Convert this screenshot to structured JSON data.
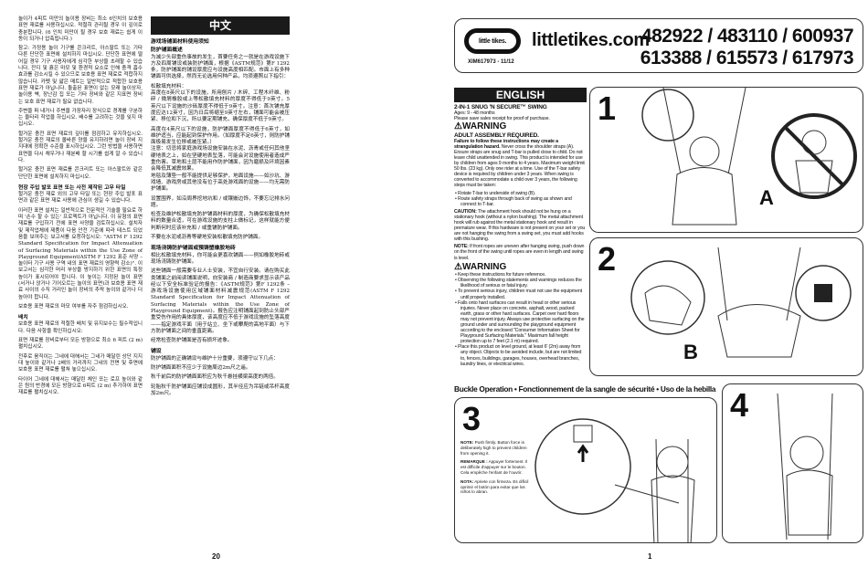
{
  "korean": {
    "paragraphs": [
      "놀이가 4피트 미만의 놀이용 장비는 최소 6인치의 보호용 표면 재료를 사용하십시오. 적절히 관리될 경우 이 깊이로 충분합니다. (6 인치 미만이 될 경우 보호 재료는 쉽게 이동이 되거나 압축됩니다.)",
      "참고: 가정용 놀이 기구를 콘크리트, 아스팔트 또는 기타 다른 단단한 표면에 설치하지 마십시오. 단단한 표면에 떨어질 경우 기구 사용자에게 심각한 부상을 초래할 수 있습니다. 잔디 및 흙은 마모 및 환경적 요소로 인해 충격 흡수 효과를 감소시킬 수 있으므로 보호용 표면 재료로 적합하지 않습니다. 카펫 및 얇은 매트는 일반적으로 적합한 보호용 표면 재료가 아닙니다. 돌출된 표면이 없는 모래 놀이상자, 놀이용 벽, 장난감 집 또는 기타 장비와 같은 지표면 장비는 보호 표면 재료가 필요 없습니다.",
      "주변을 파 내거나 주변을 가장자리 장식으로 경계를 구분하는 울타리 작업을 하십시오. 배수를 고려하는 것을 잊지 마십시오.",
      "헐거운 충전 표면 재료의 깊이를 점검하고 유지하십시오. 헐거운 충전 재료의 올바른 양을 유지하려면 놀이 장비 지지대에 정확한 수준을 표시하십시오. 그런 방법을 사용하면 표면을 다시 채우거나 재분배 할 시기를 쉽게 알 수 있습니다.",
      "헐거운 충전 표면 재료를 콘크리트 또는 아스팔트와 같은 단단한 표면에 설치하지 마십시오."
    ],
    "heading1": "현장 주입 발포 표면 또는 사전 제작된 고무 타일",
    "paragraphs2": [
      "헐거운 충전 재료 외의 고무 타일 또는 현장 주입 발포 표면과 같은 표면 재료 사용에 관심이 생길 수 있습니다.",
      "이러한 표면 설치는 일반적으로 전문적인 기술을 필요로 하며 '손수 할 수 있는' 프로젝트가 아닙니다. 이 유형의 표면 재료를 구입하기 전에 표면 사양을 검토하십시오. 설치자 및 제작업체에 제품이 다음 안전 기준에 따라 테스트 되었음을 보여주는 보고서를 요청하십시오: \"ASTM F 1292 Standard Specification for Impact Attenuation of Surfacing Materials within the Use Zone of Playground Equipment(ASTM F 1292 표준 사양 – 놀이터 기구 사용 구역 내의 표면 재료의 영향력 감소)\". 이 보고서는 심각한 머리 부상을 방지하기 위한 표면의 특정 높이가 표시되어야 합니다. 이 높이는 지정된 놀이 표면 (서거나 앉거나 기어오르는 놀이의 표면)과 보호용 표면 재료 사이의 수직 거리인 놀이 장비의 추락 높이와 같거나 더 높아야 합니다.",
      "보호용 표면 재료의 마모 여부를 자주 점검하십시오."
    ],
    "heading2": "배치",
    "paragraphs3": [
      "보호용 표면 재료의 적절한 배치 및 유지보수는 필수적입니다. 다음 사항을 확인하십시오:",
      "표면 재료를 장비로부터 모든 방향으로 최소 6 피트 (2 m)펼치십시오.",
      "전후로 움직이는 그네에 대해서는 그네가 매달린 상단 지지대 높이와 같거나 2배의 거리까지 그네의 전면 및 후면에 보호용 표면 재료를 펼쳐 놓으십시오.",
      "타이어 그네에 대해서는 매달린 체인 또는 로프 높이와 같은 원의 반경에 모든 방향으로 6피트 (2 m) 추가하여 표면 재료를 펼치십시오."
    ],
    "page_number": "20"
  },
  "chinese": {
    "header": "中文",
    "title": "游戏场铺面材料使用须知",
    "heading1": "防护铺面概述",
    "paragraphs": [
      "为减少头部重伤事故的发生，首要任务之一就是在游戏设施下方及四周铺设或装防护铺面，根据《ASTM规范》第F 1292条，防护铺面的铺设厚度应与设施高度相匹配。市面上有多种铺面可供选择，然而无论选用何种产品，均须遵照以下指引：",
      "松散填充材料：\n高度在8英尺以下的设施，所用刨片 / 木碎、工程木纤维、粉碎 / 微屑橡胶或上等松散填充材料的厚度不得低于9英寸。5英尺以下设施的沙砾厚度不得低于9英寸。注意：首次铺充厚度应达12英寸，因为日后将缩至9英寸左右，铺面可能会被压紧、移位和下沉，所以要定期铺充，确保厚度不低于9英寸。",
      "高度在4英尺以下的设施，防护铺面厚度不得低于6英寸，如维护适当，应能起到保护作用。（如厚度不足6英寸，则防护铺面极易发生位移或被压紧。）\n注意：切忌将家庭游戏场设施安装在水泥、沥青或任何其他坚硬地表之上，如在坚硬地表坠落，可能会对设施使用者造成严重伤害。草地和土层不能用作防护铺面，因为磨损及环境因素会降低其减震效果。\n地毯及薄垫一般不能提供足够保护，地面设施——如沙坑、游戏墙、游戏房或其他没有位于高处游戏面的设施——均无需防护铺面。",
      "设置围界，如沿周界挖地坑和 / 或镶嵌边饰，不要忘记排水问题。",
      "检查及维护松散填充防护铺面材料的厚度，为确保松散填充材料的数量合适，可在游戏设施的支柱上做标记，这样就能方便判断何时应该补充和 / 或重铺防护铺面。",
      "不要在水泥或沥青等硬地安装松散填充防护铺面。"
    ],
    "heading2": "现场浇铸防护铺面或預铸塑橡胶地砖",
    "paragraphs2": [
      "相比松散填充材料，你可能会更喜欢铺面——例如橡胶地砖或现场浇铸防护铺面。",
      "这些铺面一般需要专业人士安装，不宜自行安装。请在购买此类铺面之前阅读铺面说明，向安装商 / 制造商要求显示该产品经以下安全标准验证的报告：《ASTM规范》第F 1292条 – 游戏场设施使用区域铺面材料减震规范(ASTM F 1292 Standard Specification for Impact Attenuation of Surfacing Materials within the Use Zone of Playground Equipment)。报告应注明铺面起到防止头部严重受伤作用的具体厚度，该高度应不低于游戏设施的坠落高度——指定游戏平面（用于站立、坐下或攀爬的高地平面）与下方防护铺面之间的垂直距离。",
      "经常检查防护铺面是否有损坏迹象。"
    ],
    "heading3": "铺设",
    "paragraphs3": [
      "防护铺面的正确铺设与维护十分重要，须遵守以下几点：",
      "防护铺面面积不应少于设施周边2m尺之遥。",
      "秋千前后的防护铺面面积应为秋千悬挂横梁高度的两倍。",
      "轮胎秋千防护铺面应铺设成圆形，其半径应为吊链或吊杆高度加2m尺。"
    ],
    "page_number": "20"
  },
  "header": {
    "logo_text": "little tikes.",
    "website": "littletikes.com",
    "doc_code": "XIM617973 - 11/12",
    "models_line1": "482922 / 483110 / 600937",
    "models_line2": "613388 / 615573 / 617973"
  },
  "english": {
    "header": "ENGLISH",
    "product": "2-IN-1 SNUG 'N SECURE™ SWING",
    "ages": "Ages: 9 - 48 months",
    "receipt": "Please save sales receipt for proof of purchase.",
    "warning1": "⚠WARNING",
    "assembly": "ADULT ASSEMBLY REQUIRED.",
    "strangulation_bold": "Failure to follow these instructions may create a strangulation hazard.",
    "strangulation_text": " Never cross the shoulder straps (A). Ensure straps are snug and T-bar is pulled close to child. Do not leave child unattended in swing. This product is intended for use by children from ages 9 months to 4 years. Maximum weight limit 50 lbs. (23 kg). Only one rider at a time. Use of the T-bar safety device is required by children under 3 years. When swing is converted to accommodate a child over 3 years, the following steps must be taken:",
    "steps": [
      "Rotate T-bar to underside of swing (B).",
      "Route safety straps through back of swing as shown and connect to T-bar."
    ],
    "caution_label": "CAUTION:",
    "caution_text": " The attachment hook should not be hung on a stationary hook (without a nylon bushing). The metal attachment hook will rub against the metal stationary hook and result in premature wear. If this hardware is not present on your set or you are not hanging the swing from a swing set, you must add hooks with this bushing.",
    "note_label": "NOTE:",
    "note_text": " If front ropes are uneven after hanging swing, push down on the front of the swing until ropes are even in length and swing is level.",
    "warning2": "⚠WARNING",
    "warnings": [
      "Keep these instructions for future reference.",
      "Observing the following statements and warnings reduces the likelihood of serious or fatal injury.",
      "To prevent serious injury, children must not use the equipment until properly installed.",
      "Falls onto hard surfaces can result in head or other serious injuries. Never place on concrete, asphalt, wood, packed earth, grass or other hard surfaces. Carpet over hard floors may not prevent injury. Always use protective surfacing on the ground under and surrounding the playground equipment according to the enclosed \"Consumer Information Sheet for Playground Surfacing Materials.\" Maximum fall height protection up to 7 feet (2.1 m) required.",
      "Place this product on level ground, at least 6' (2m) away from any object. Objects to be avoided include, but are not limited to, fences, buildings, garages, houses, overhead branches, laundry lines, or electrical wires."
    ]
  },
  "steps": {
    "step1": "1",
    "step1_label": "A",
    "step2": "2",
    "step2_label": "B",
    "buckle_title": "Buckle Operation • Fonctionnement de la sangle de sécurité • Uso de la hebilla",
    "step3": "3",
    "note_en_label": "NOTE:",
    "note_en": " Push firmly. Button force is deliberately high to prevent children from opening it.",
    "note_fr_label": "REMARQUE :",
    "note_fr": " Appuyer fortement. Il est difficile d'appuyer sur le bouton. Cela empêche l'enfant de l'ouvrir.",
    "note_es_label": "NOTA:",
    "note_es": " Apriete con firmeza. Es difícil oprimir el botón para evitar que los niños lo abran.",
    "step4": "4"
  },
  "page_number_right": "1",
  "colors": {
    "header_bar": "#1a1a1a",
    "border": "#333333"
  }
}
